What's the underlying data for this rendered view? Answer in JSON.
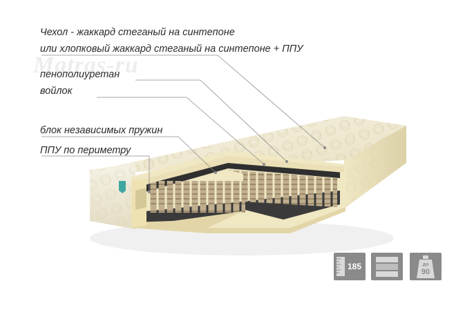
{
  "watermark": "Matras-ru",
  "layers": [
    "Чехол  -  жаккард стеганый  на синтепоне",
    "или хлопковый жаккард стеганый на синтепоне + ППУ",
    "пенополиуретан",
    "войлок",
    "блок независимых пружин",
    "ППУ по периметру"
  ],
  "badges": {
    "height": "185",
    "weight_small": "до",
    "weight": "90"
  },
  "colors": {
    "badge": "#8a8a8a",
    "cover": "#eee7cc",
    "felt": "#353535",
    "foam": "#efe6c2"
  }
}
